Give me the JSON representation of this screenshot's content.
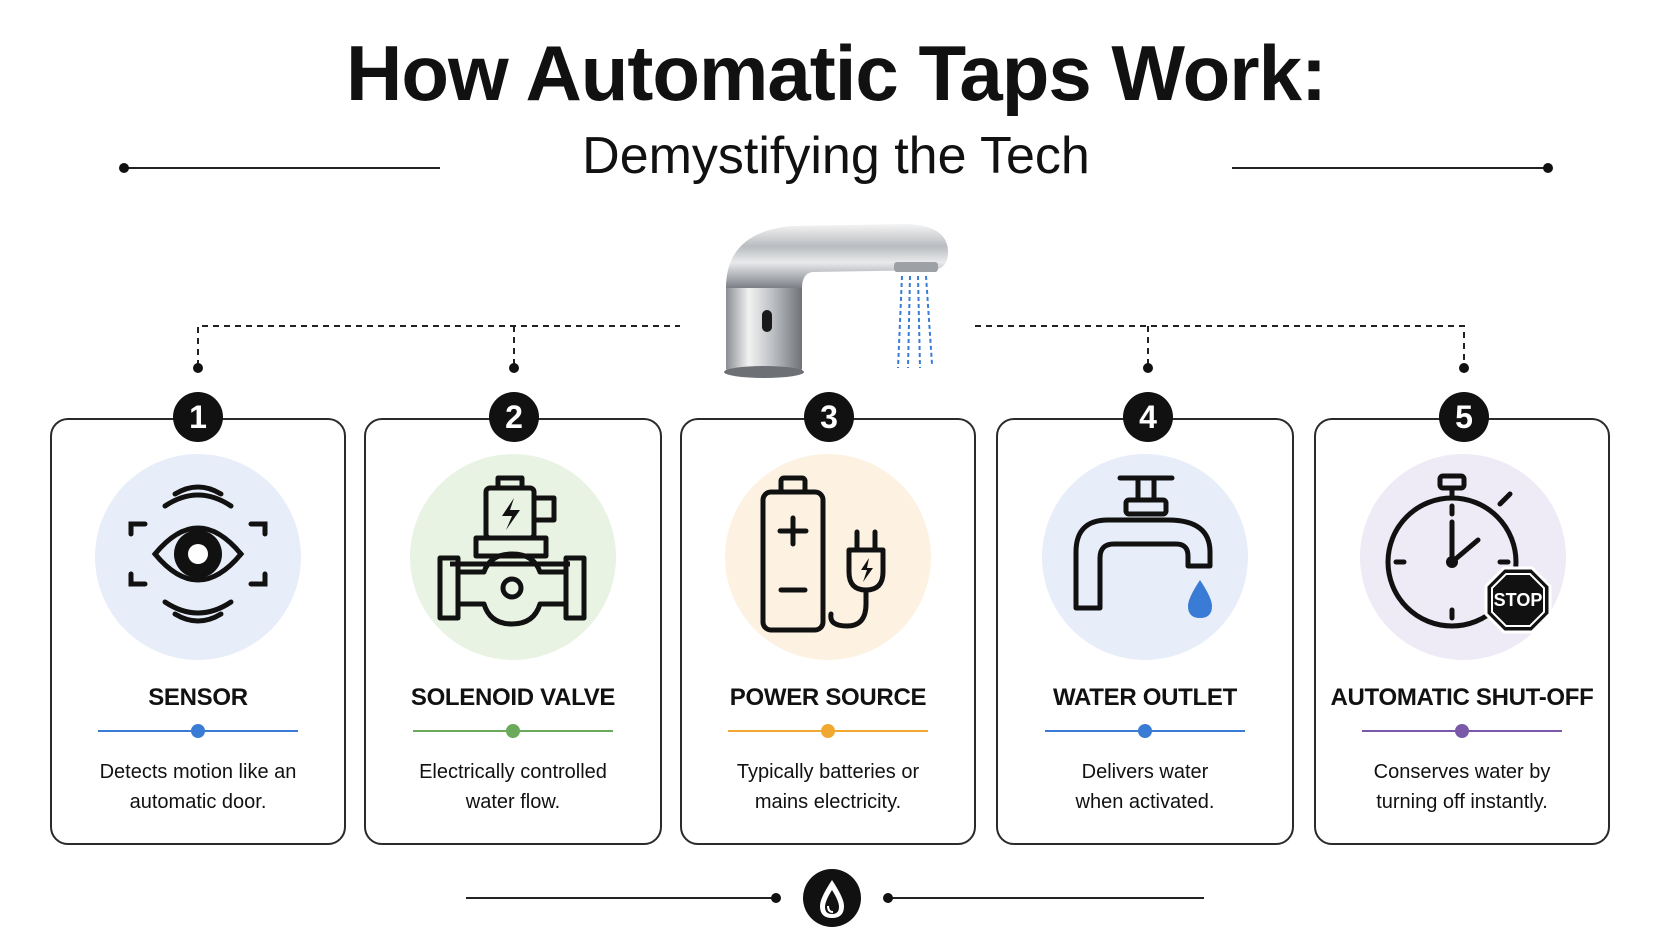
{
  "header": {
    "title": "How Automatic Taps Work:",
    "subtitle": "Demystifying the Tech"
  },
  "hero": {
    "icon": "faucet-icon"
  },
  "steps": [
    {
      "number": "1",
      "title": "SENSOR",
      "desc_line1": "Detects motion like an",
      "desc_line2": "automatic door.",
      "accent": "#3a7bd5",
      "circle": "#e8eef9",
      "icon": "eye-sensor-icon"
    },
    {
      "number": "2",
      "title": "SOLENOID VALVE",
      "desc_line1": "Electrically controlled",
      "desc_line2": "water flow.",
      "accent": "#6aaa5a",
      "circle": "#e9f3e4",
      "icon": "solenoid-valve-icon"
    },
    {
      "number": "3",
      "title": "POWER SOURCE",
      "desc_line1": "Typically batteries or",
      "desc_line2": "mains electricity.",
      "accent": "#f0a830",
      "circle": "#fdf2e2",
      "icon": "battery-plug-icon"
    },
    {
      "number": "4",
      "title": "WATER OUTLET",
      "desc_line1": "Delivers water",
      "desc_line2": "when activated.",
      "accent": "#3a7bd5",
      "circle": "#e8eef9",
      "icon": "tap-water-icon"
    },
    {
      "number": "5",
      "title": "AUTOMATIC SHUT-OFF",
      "desc_line1": "Conserves water by",
      "desc_line2": "turning off instantly.",
      "accent": "#7a5aa8",
      "circle": "#efebf6",
      "icon": "stopwatch-stop-icon",
      "stop_label": "STOP"
    }
  ],
  "footer": {
    "icon": "water-drop-icon"
  }
}
